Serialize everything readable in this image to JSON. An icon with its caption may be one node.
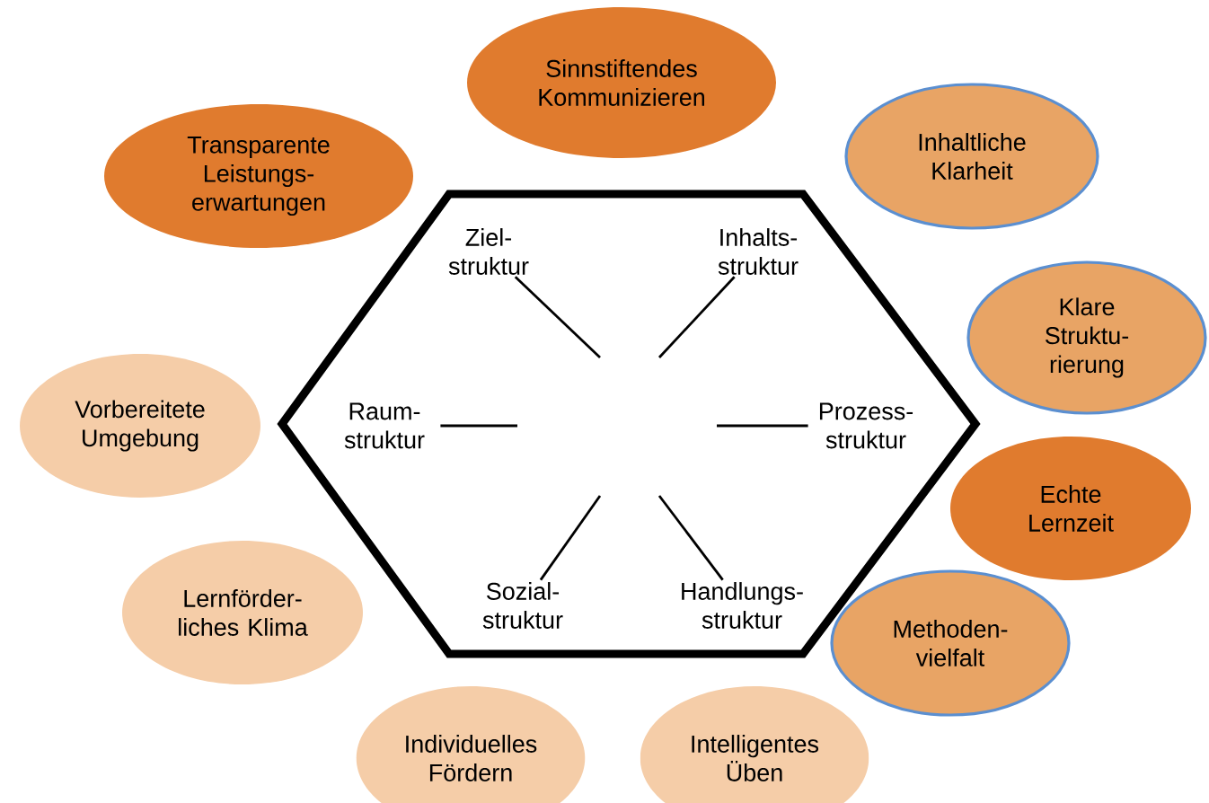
{
  "diagram": {
    "nodes": [
      {
        "text": [
          "Sinnstiftendes Kommunizieren"
        ]
      },
      {
        "text": [
          "Inhaltliche Klarheit"
        ]
      },
      {
        "text": [
          "Transparente Leistungs- erwartungen"
        ]
      },
      {
        "text": [],
        "shape": "hexagon"
      },
      {
        "text": [
          "Ziel- struktur"
        ],
        "in": 3
      },
      {
        "text": [
          "Inhalts- struktur"
        ],
        "in": 3
      },
      {
        "text": [
          "Raum- struktur"
        ],
        "in": 3
      },
      {
        "text": [
          "Prozess- struktur"
        ],
        "in": 3
      },
      {
        "text": [
          "Sozial- struktur"
        ],
        "in": 3
      },
      {
        "text": [
          "Handlungs- struktur"
        ],
        "in": 3
      },
      {
        "text": [
          "Klare Struktu- rierung"
        ]
      },
      {
        "text": [
          "Vorbereitete Umgebung"
        ]
      },
      {
        "text": [
          "Echte Lernzeit"
        ]
      },
      {
        "text": [
          "Lernförder- liches Klima"
        ]
      },
      {
        "text": [
          "Methoden- vielfalt"
        ]
      },
      {
        "text": [
          "Individuelles Fördern"
        ]
      },
      {
        "text": [
          "Intelligentes Üben"
        ]
      }
    ],
    "edges": [
      {
        "from": 4,
        "to": null,
        "arrow": "none"
      },
      {
        "from": 5,
        "to": null,
        "arrow": "none"
      },
      {
        "from": 6,
        "to": null,
        "arrow": "none"
      },
      {
        "from": 7,
        "to": null,
        "arrow": "none"
      },
      {
        "from": 8,
        "to": null,
        "arrow": "none"
      },
      {
        "from": 9,
        "to": null,
        "arrow": "none"
      }
    ]
  }
}
